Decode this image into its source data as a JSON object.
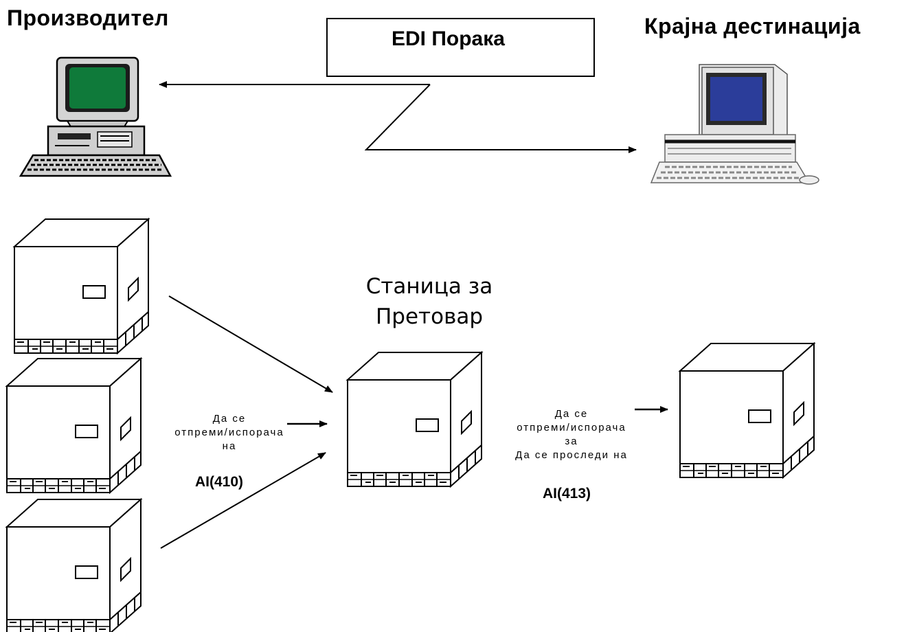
{
  "labels": {
    "producer": "Производител",
    "destination": "Крајна дестинација",
    "edi_message": "EDI Порака",
    "station_line1": "Станица за",
    "station_line2": "Претовар",
    "ship_to_line1": "Да се",
    "ship_to_line2": "отпреми/испорача",
    "ship_to_line3": "на",
    "ai_410": "AI(410)",
    "ship_for_line1": "Да се",
    "ship_for_line2": "отпреми/испорача",
    "ship_for_line3": "за",
    "ship_for_line4": "Да се проследи на",
    "ai_413": "AI(413)"
  },
  "colors": {
    "producer_screen": "#0f7a3a",
    "destination_screen": "#2b3d9a",
    "stroke": "#000000"
  },
  "icons": {
    "producer_computer": "desktop-computer-icon",
    "destination_computer": "desktop-computer-icon",
    "pallet_box": "pallet-box-icon"
  }
}
